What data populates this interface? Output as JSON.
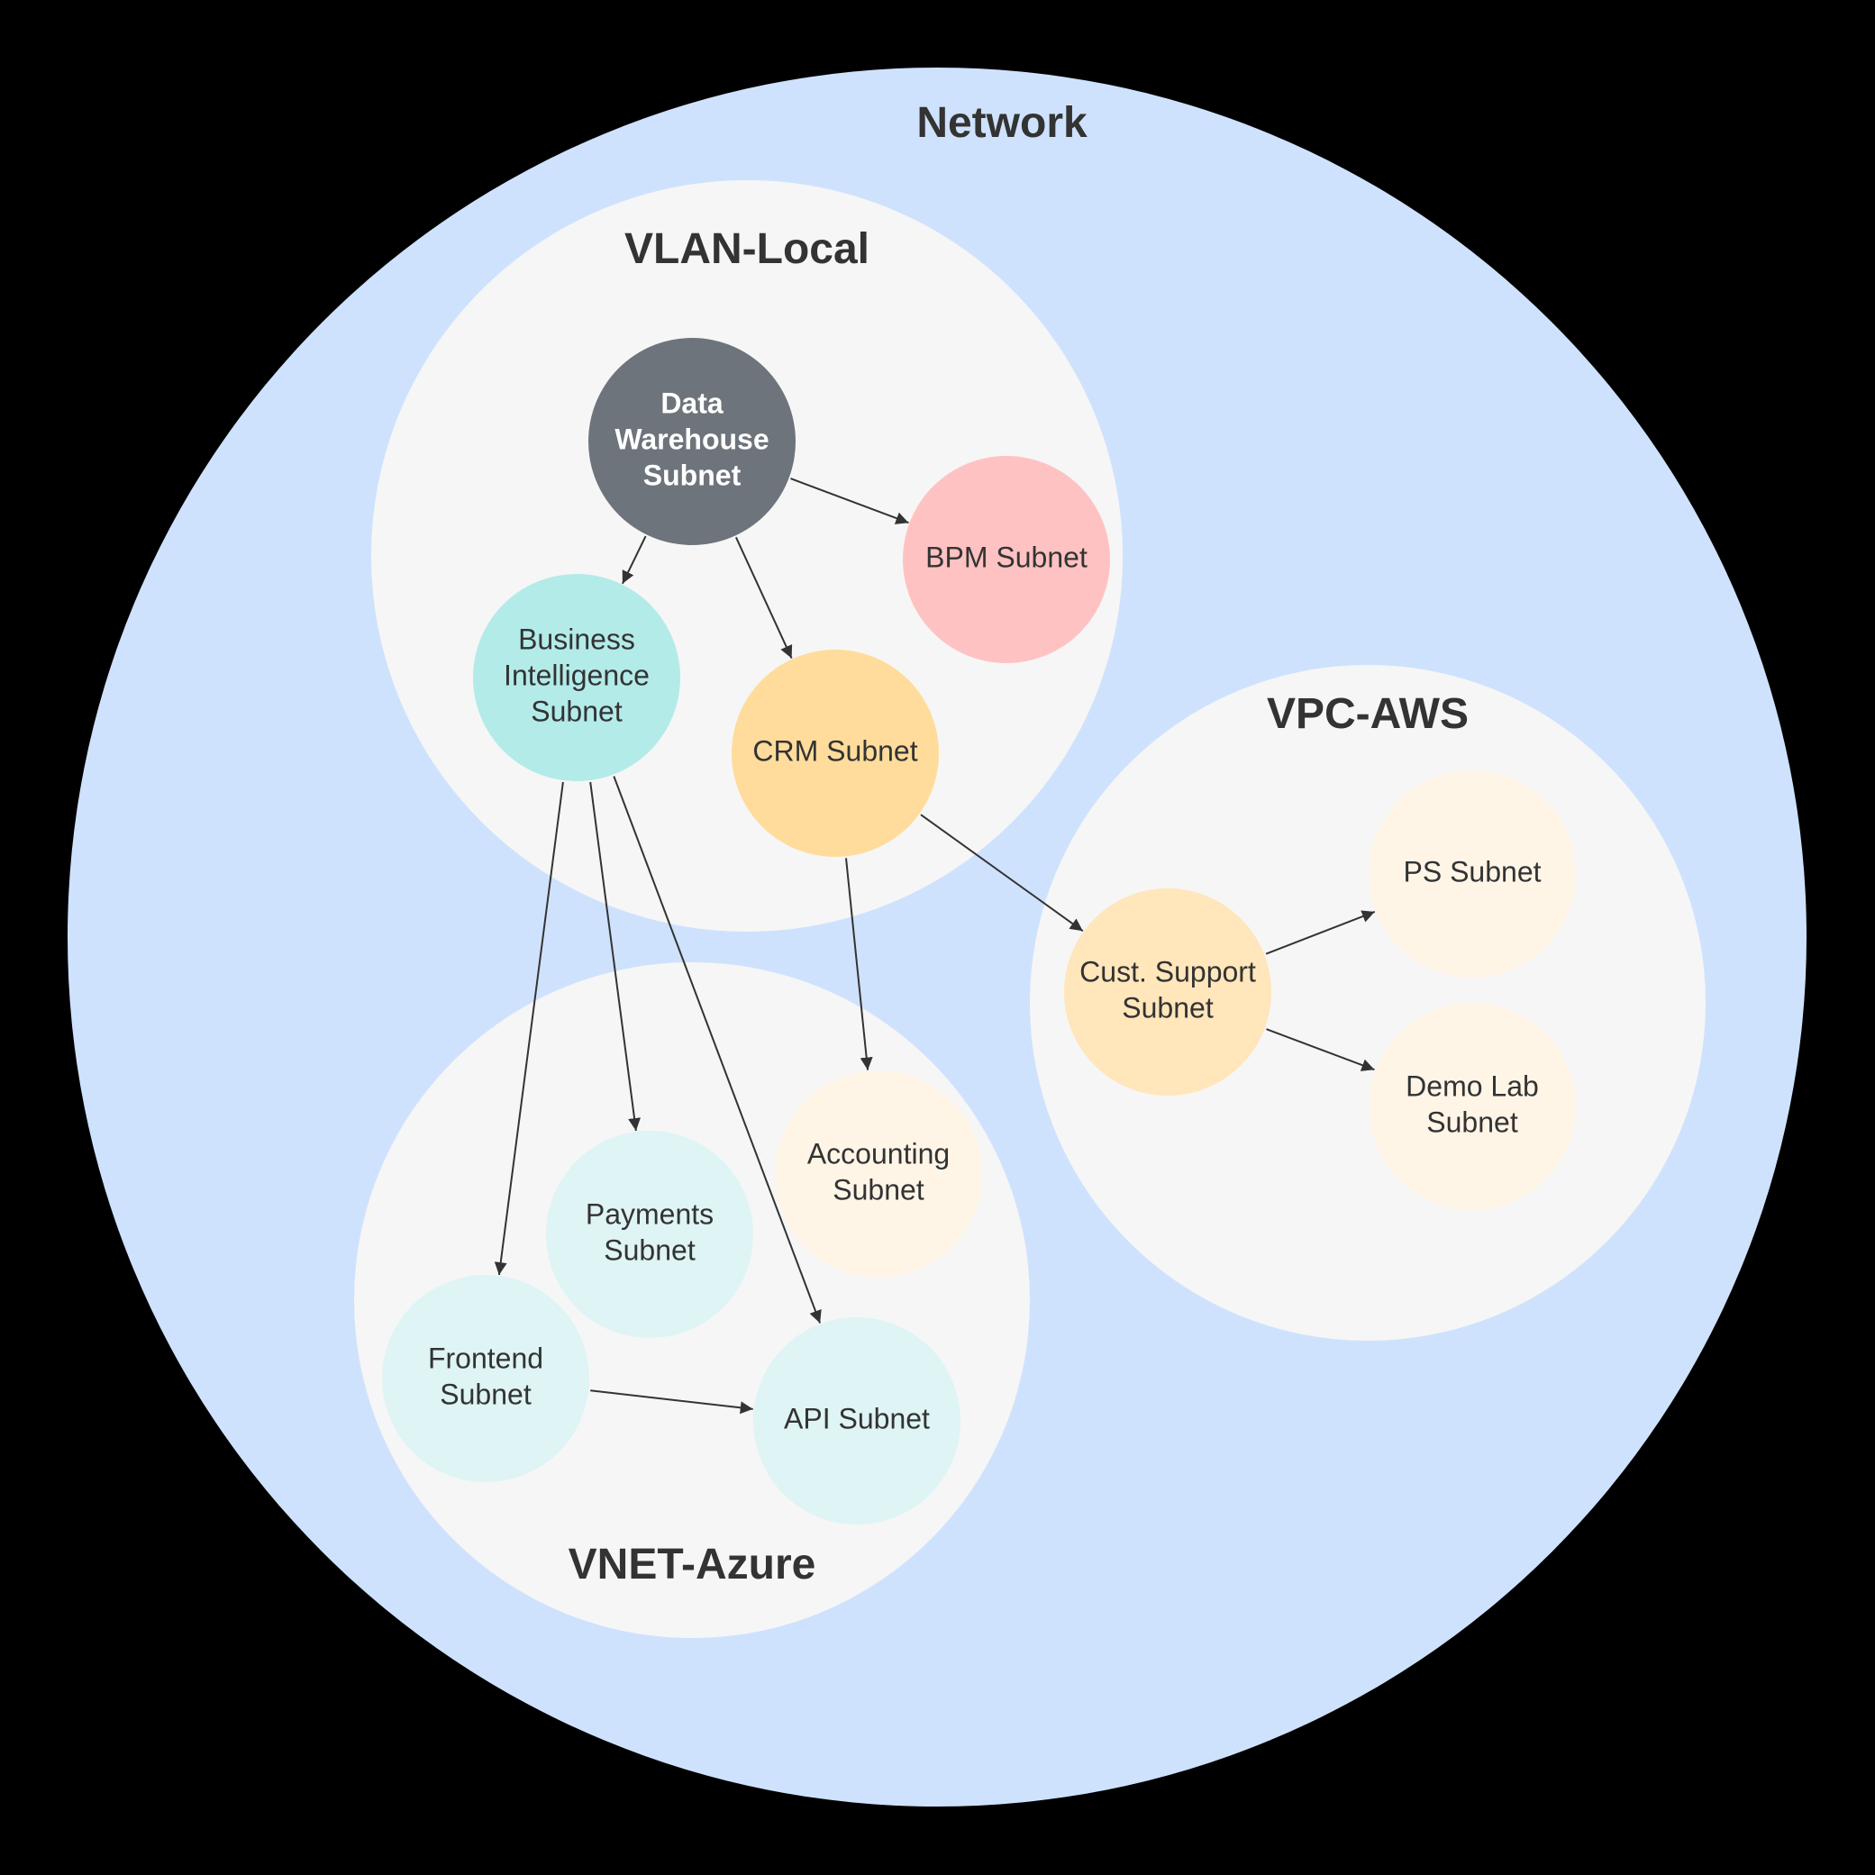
{
  "colors": {
    "background": "#000000",
    "network": "#cfe2fd",
    "cluster": "#f6f6f6",
    "text": "#333333",
    "edge": "#333333"
  },
  "network": {
    "title": "Network"
  },
  "groups": [
    {
      "id": "vlan",
      "title": "VLAN-Local"
    },
    {
      "id": "vpc",
      "title": "VPC-AWS"
    },
    {
      "id": "vnet",
      "title": "VNET-Azure"
    }
  ],
  "nodes": [
    {
      "id": "dw",
      "lines": [
        "Data",
        "Warehouse",
        "Subnet"
      ],
      "fill": "#6e747b",
      "dark": true
    },
    {
      "id": "bpm",
      "lines": [
        "BPM Subnet"
      ],
      "fill": "#ffc2c2"
    },
    {
      "id": "bi",
      "lines": [
        "Business",
        "Intelligence",
        "Subnet"
      ],
      "fill": "#b3ebe9"
    },
    {
      "id": "crm",
      "lines": [
        "CRM Subnet"
      ],
      "fill": "#ffdc9c"
    },
    {
      "id": "cs",
      "lines": [
        "Cust. Support",
        "Subnet"
      ],
      "fill": "#ffe6bb"
    },
    {
      "id": "ps",
      "lines": [
        "PS Subnet"
      ],
      "fill": "#fff5e7"
    },
    {
      "id": "demo",
      "lines": [
        "Demo Lab",
        "Subnet"
      ],
      "fill": "#fff5e7"
    },
    {
      "id": "acct",
      "lines": [
        "Accounting",
        "Subnet"
      ],
      "fill": "#fff5e7"
    },
    {
      "id": "pay",
      "lines": [
        "Payments",
        "Subnet"
      ],
      "fill": "#dff4f4"
    },
    {
      "id": "front",
      "lines": [
        "Frontend",
        "Subnet"
      ],
      "fill": "#dff4f4"
    },
    {
      "id": "api",
      "lines": [
        "API Subnet"
      ],
      "fill": "#dff4f4"
    }
  ],
  "edges": [
    {
      "from": "dw",
      "to": "bpm"
    },
    {
      "from": "dw",
      "to": "bi"
    },
    {
      "from": "dw",
      "to": "crm"
    },
    {
      "from": "crm",
      "to": "cs"
    },
    {
      "from": "crm",
      "to": "acct"
    },
    {
      "from": "bi",
      "to": "front"
    },
    {
      "from": "bi",
      "to": "pay"
    },
    {
      "from": "bi",
      "to": "api"
    },
    {
      "from": "cs",
      "to": "ps"
    },
    {
      "from": "cs",
      "to": "demo"
    },
    {
      "from": "front",
      "to": "api"
    }
  ]
}
